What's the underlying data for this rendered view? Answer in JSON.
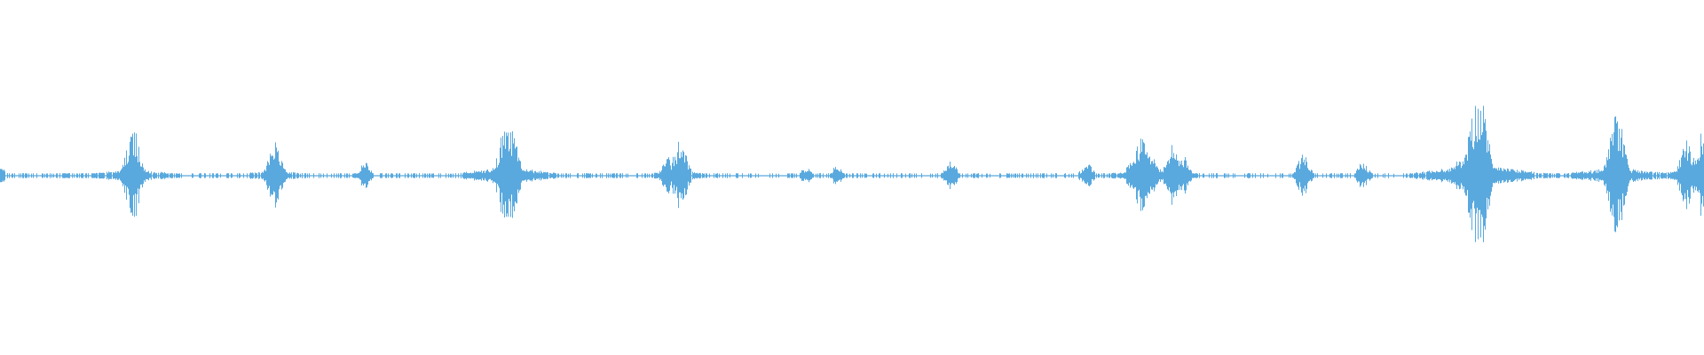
{
  "waveform": {
    "color": "#5AA9DE",
    "bursts": [
      {
        "t": 0.0,
        "amp": 0.06
      },
      {
        "t": 0.078,
        "amp": 0.33
      },
      {
        "t": 0.161,
        "amp": 0.26
      },
      {
        "t": 0.214,
        "amp": 0.1
      },
      {
        "t": 0.298,
        "amp": 0.45
      },
      {
        "t": 0.392,
        "amp": 0.14
      },
      {
        "t": 0.399,
        "amp": 0.26
      },
      {
        "t": 0.473,
        "amp": 0.06
      },
      {
        "t": 0.491,
        "amp": 0.07
      },
      {
        "t": 0.558,
        "amp": 0.11
      },
      {
        "t": 0.638,
        "amp": 0.1
      },
      {
        "t": 0.665,
        "amp": 0.13
      },
      {
        "t": 0.67,
        "amp": 0.27
      },
      {
        "t": 0.675,
        "amp": 0.23
      },
      {
        "t": 0.688,
        "amp": 0.22
      },
      {
        "t": 0.694,
        "amp": 0.17
      },
      {
        "t": 0.765,
        "amp": 0.15
      },
      {
        "t": 0.8,
        "amp": 0.1
      },
      {
        "t": 0.856,
        "amp": 0.12
      },
      {
        "t": 0.868,
        "amp": 0.6
      },
      {
        "t": 0.949,
        "amp": 0.43
      },
      {
        "t": 0.99,
        "amp": 0.26
      },
      {
        "t": 0.999,
        "amp": 0.3
      }
    ],
    "background": "#FFFFFF",
    "baseline_amp": 0.012
  }
}
